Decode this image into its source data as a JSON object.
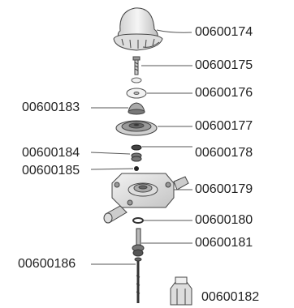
{
  "colors": {
    "line": "#555555",
    "text": "#222222",
    "part_fill": "#eeeeee",
    "part_shade": "#bbbbbb",
    "part_dark": "#444444"
  },
  "part_numbers": {
    "p174": "00600174",
    "p175": "00600175",
    "p176": "00600176",
    "p177": "00600177",
    "p178": "00600178",
    "p179": "00600179",
    "p180": "00600180",
    "p181": "00600181",
    "p182": "00600182",
    "p183": "00600183",
    "p184": "00600184",
    "p185": "00600185",
    "p186": "00600186"
  }
}
